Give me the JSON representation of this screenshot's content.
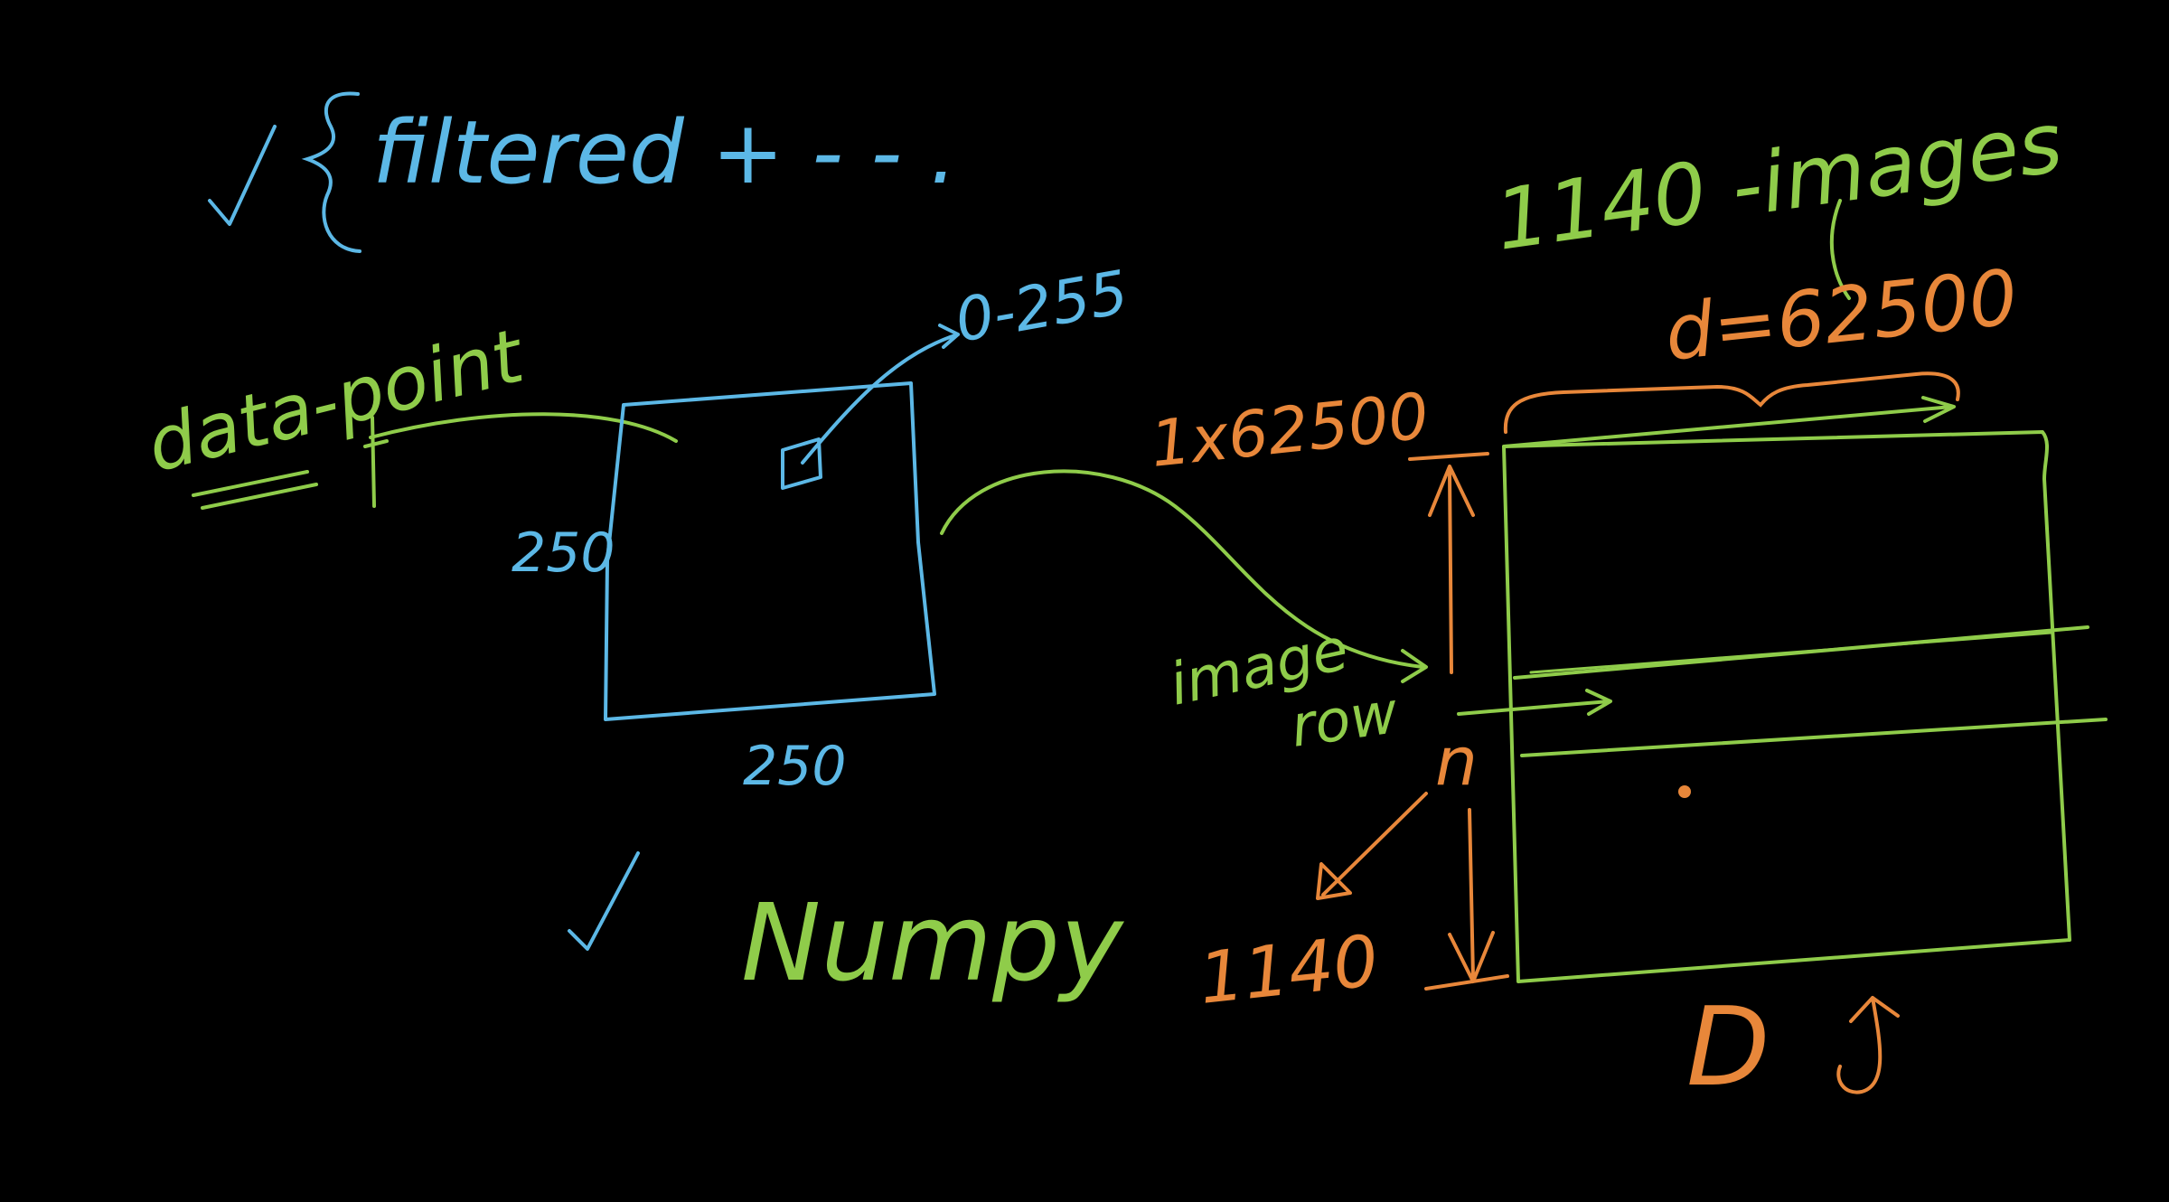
{
  "colors": {
    "background": "#000000",
    "blue_ink": "#5cb8e6",
    "green_ink": "#8fcc4a",
    "orange_ink": "#e8873a"
  },
  "notes": {
    "filtered_note": "filtered + - - .",
    "numpy": "Numpy"
  },
  "image_box": {
    "label": "data-point",
    "height_label": "250",
    "width_label": "250",
    "pixel_range": "0-255"
  },
  "matrix": {
    "title": "1140 -images",
    "dimension_label": "d=62500",
    "row_shape_label": "1x62500",
    "row_label_line1": "image",
    "row_label_line2": "row",
    "n_label": "n",
    "n_value": "1140",
    "name_label": "D"
  }
}
